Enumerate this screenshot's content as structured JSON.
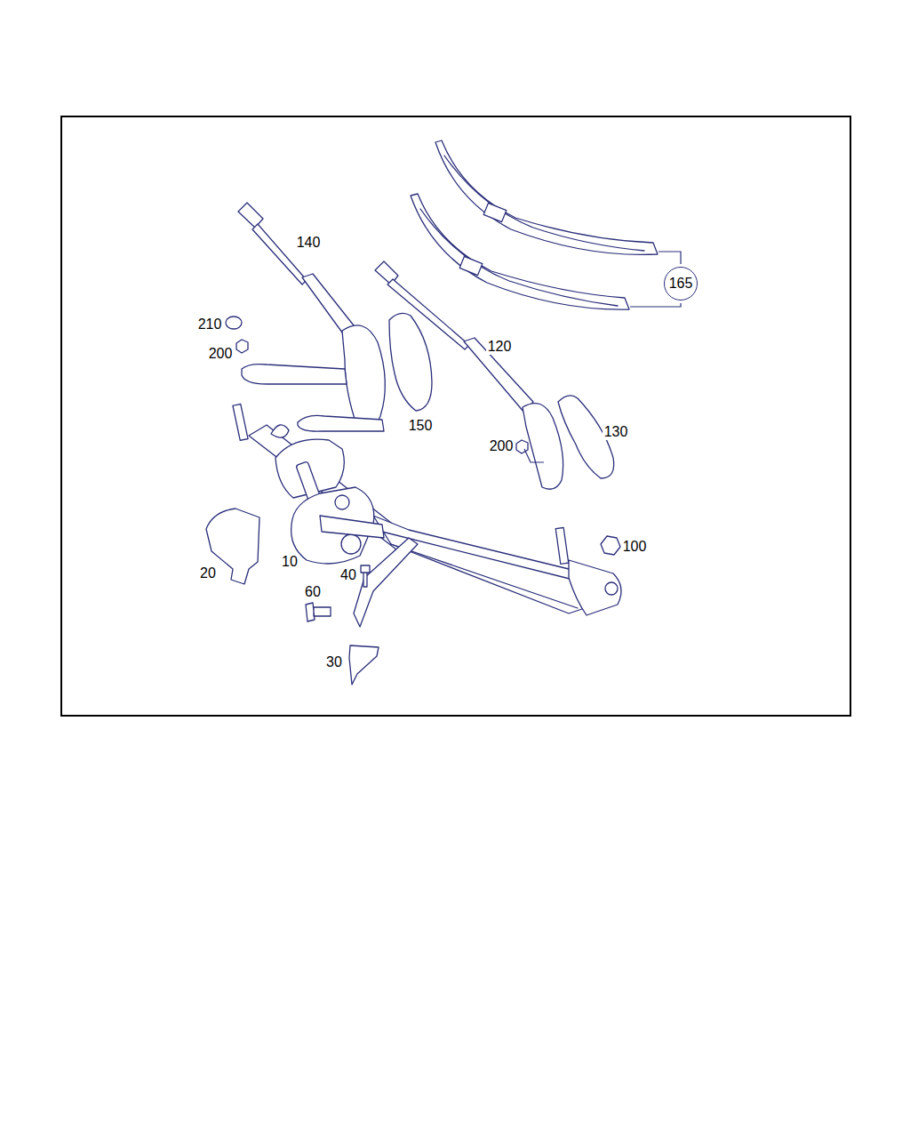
{
  "diagram": {
    "nodes": [
      {
        "text": [
          "165"
        ]
      }
    ],
    "labels": [
      "140",
      "210",
      "200",
      "120",
      "150",
      "200",
      "130",
      "100",
      "20",
      "10",
      "40",
      "60",
      "30"
    ]
  }
}
